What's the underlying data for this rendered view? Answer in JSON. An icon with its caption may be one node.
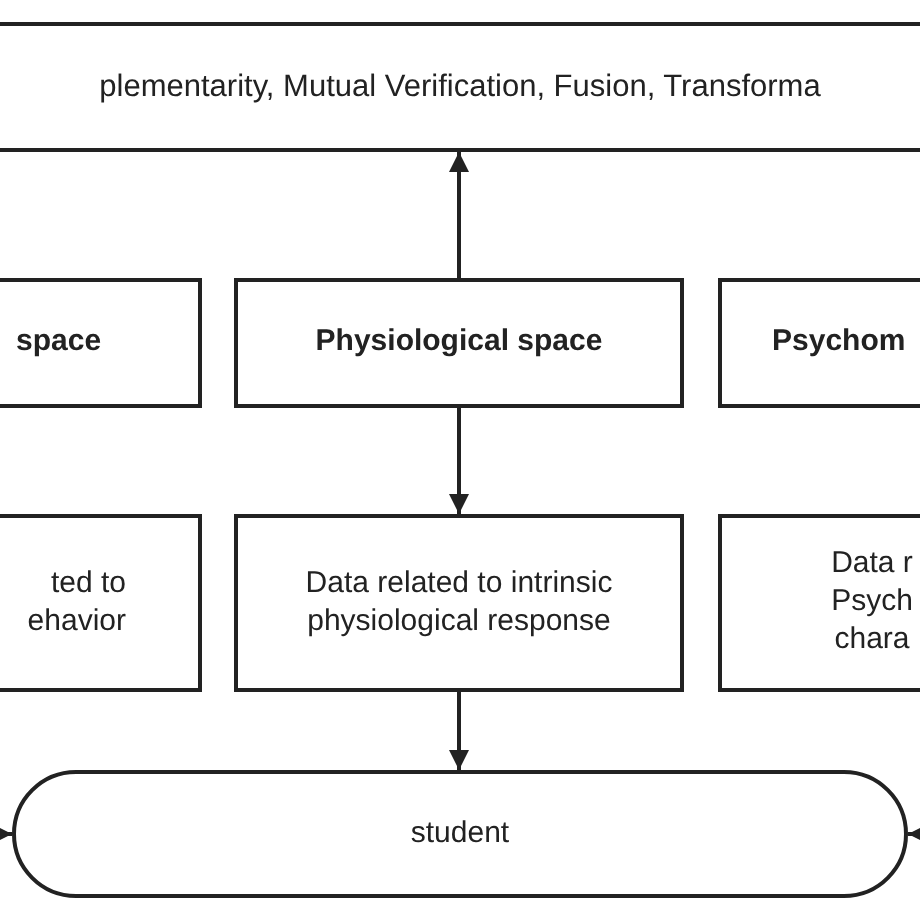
{
  "diagram": {
    "nodes": [
      {
        "text": [
          "plementarity, Mutual Verification, Fusion, Transforma"
        ]
      },
      {
        "text": [
          "space"
        ]
      },
      {
        "text": [
          "Physiological space"
        ]
      },
      {
        "text": [
          "Psychom"
        ]
      },
      {
        "text": [
          "ted to ehavior"
        ]
      },
      {
        "text": [
          "Data related to intrinsic physiological response"
        ]
      },
      {
        "text": [
          "Data r Psych chara"
        ]
      },
      {
        "text": [
          "student"
        ]
      }
    ],
    "edges": [
      {
        "from": 2,
        "to": 0,
        "arrow": "to"
      },
      {
        "from": 2,
        "to": 5,
        "arrow": "to"
      },
      {
        "from": 5,
        "to": 7,
        "arrow": "to"
      },
      {
        "from": null,
        "to": 7,
        "arrow": "to"
      },
      {
        "from": null,
        "to": 7,
        "arrow": "to"
      }
    ]
  }
}
